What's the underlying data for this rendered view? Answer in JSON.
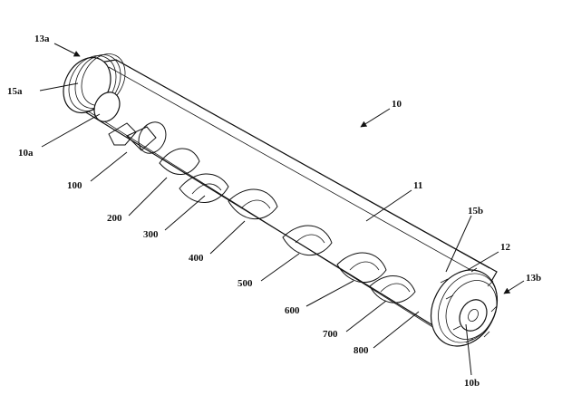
{
  "labels": {
    "l13a": "13a",
    "l15a": "15a",
    "l10a": "10a",
    "l100": "100",
    "l200": "200",
    "l300": "300",
    "l400": "400",
    "l500": "500",
    "l600": "600",
    "l700": "700",
    "l800": "800",
    "l10": "10",
    "l11": "11",
    "l15b": "15b",
    "l12": "12",
    "l13b": "13b",
    "l10b": "10b"
  }
}
